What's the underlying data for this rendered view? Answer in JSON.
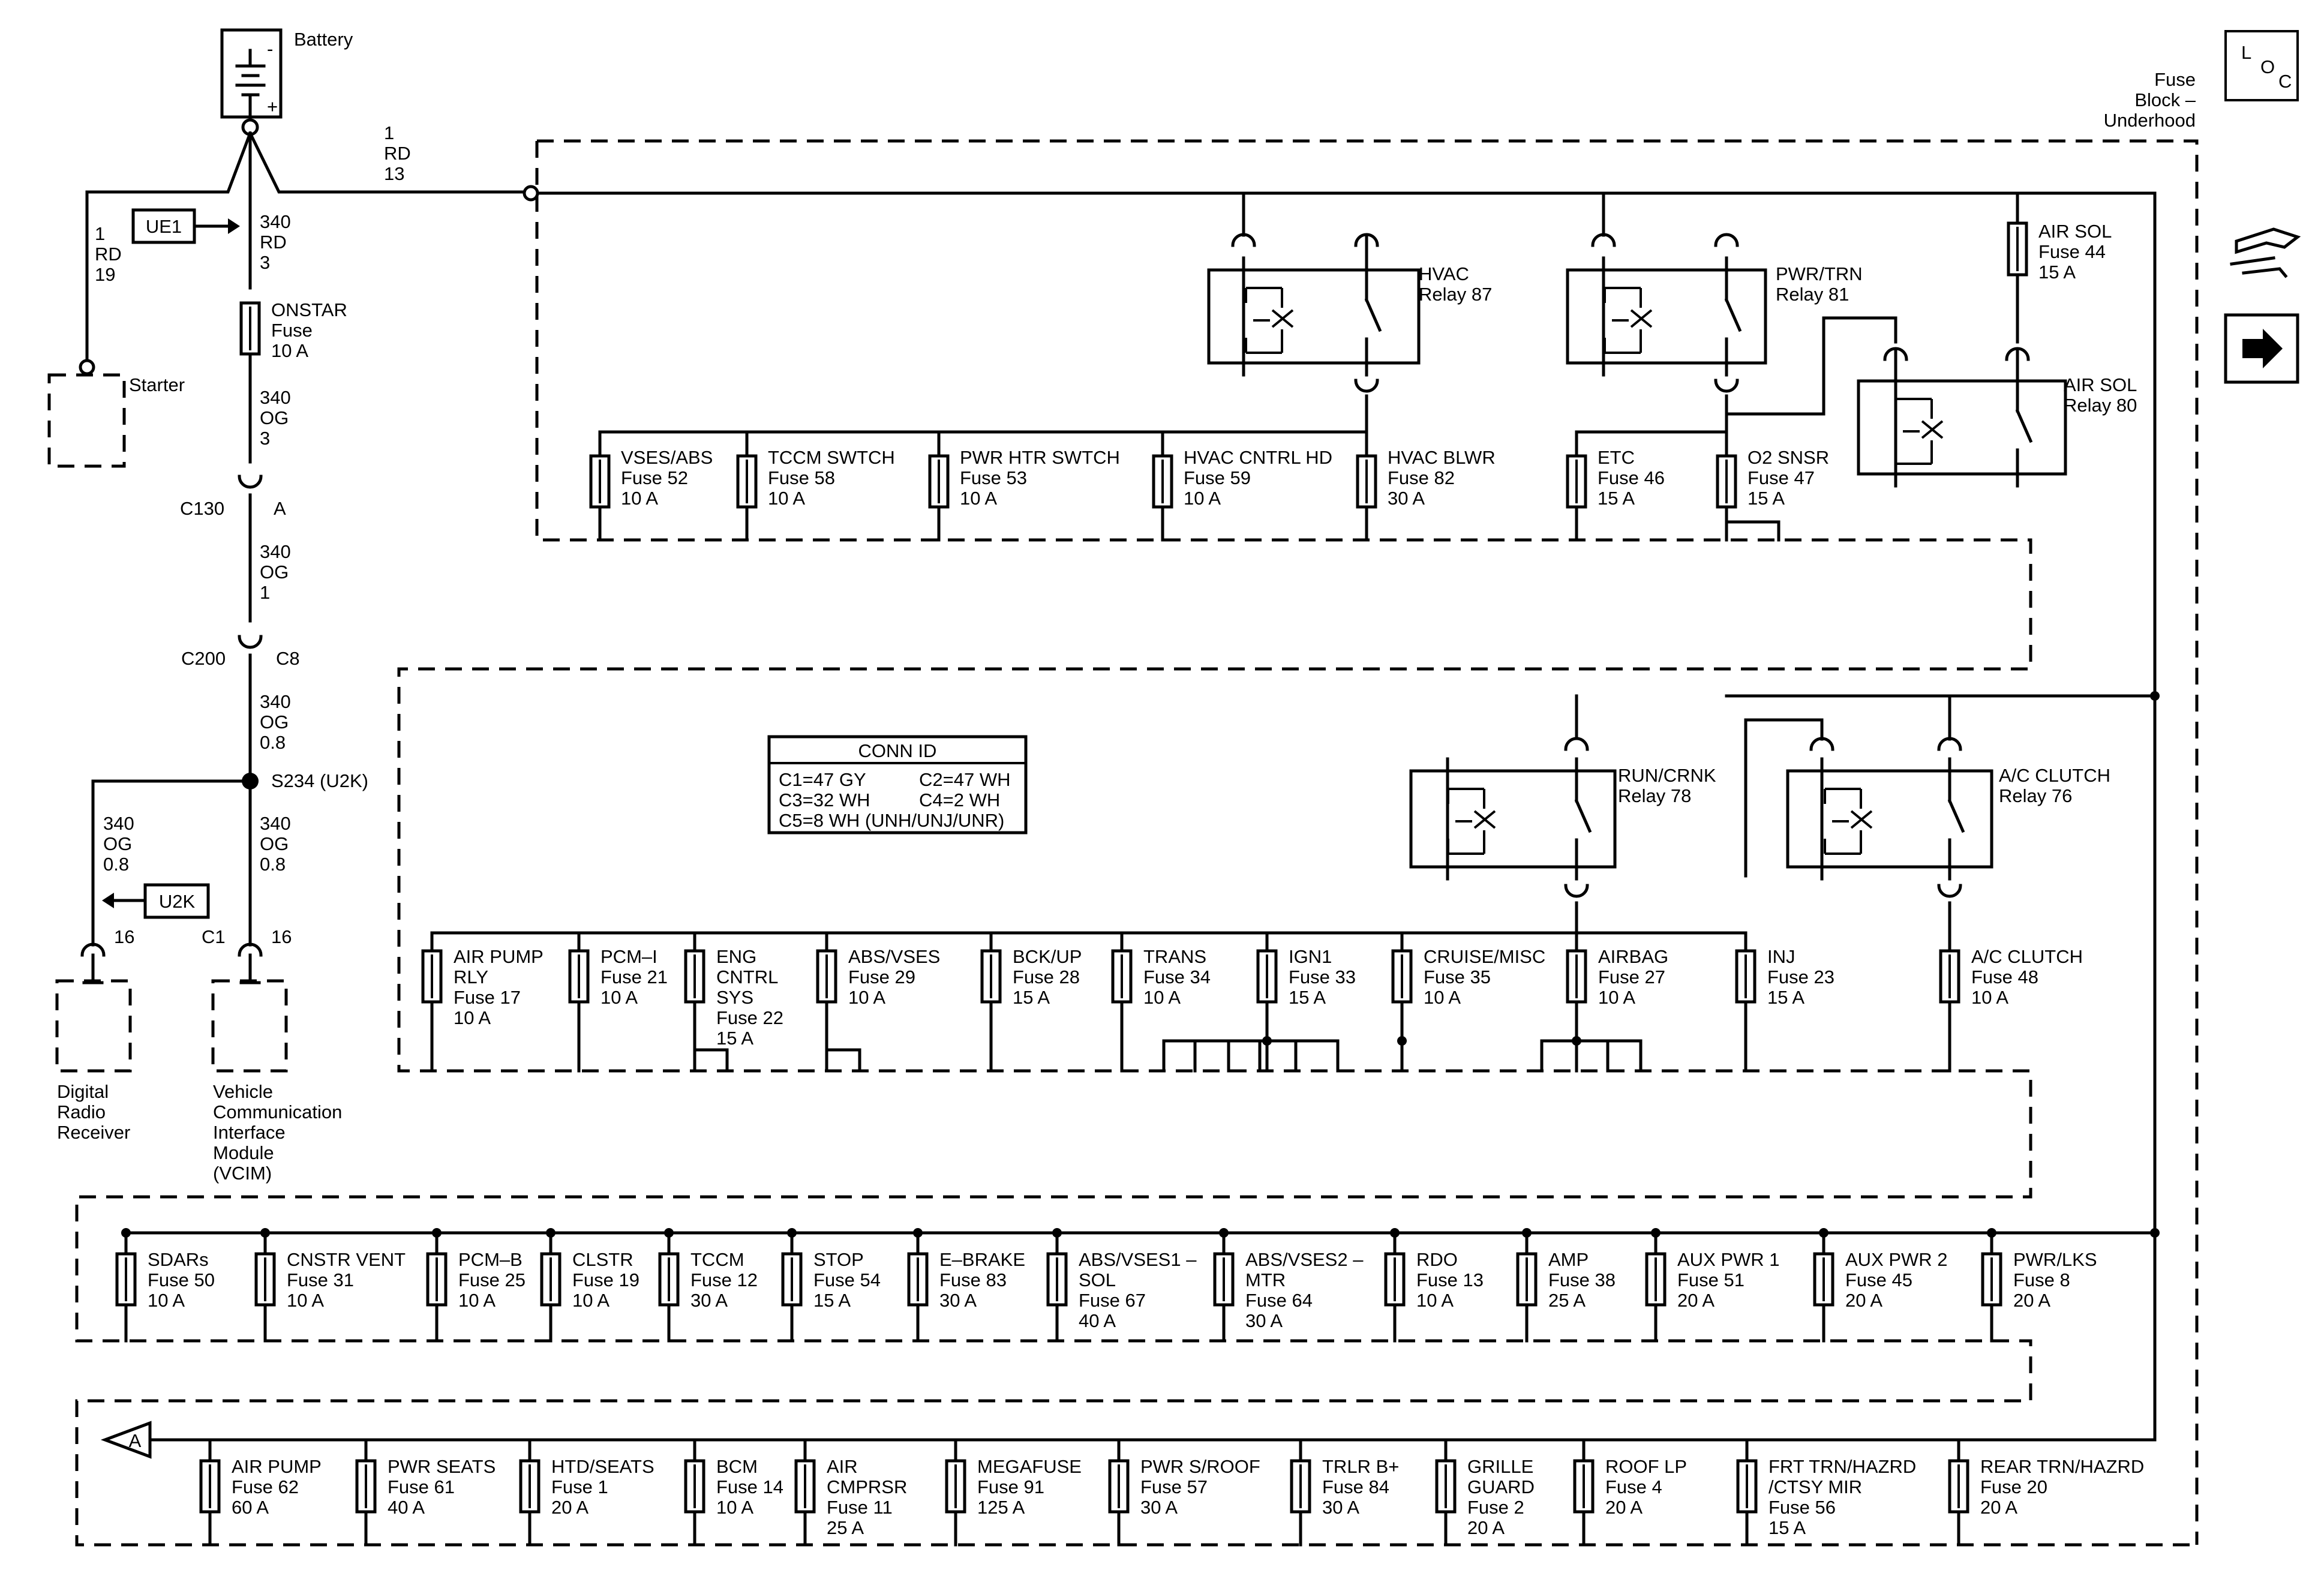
{
  "battery": {
    "label": "Battery",
    "minus": "-",
    "plus": "+"
  },
  "loc": {
    "l": "L",
    "o": "O",
    "c": "C"
  },
  "fuse_block_title": [
    "Fuse",
    "Block –",
    "Underhood"
  ],
  "wires": {
    "main": [
      "1",
      "RD",
      "13"
    ],
    "starter": [
      "1",
      "RD",
      "19"
    ],
    "onstar_feed": [
      "340",
      "RD",
      "3"
    ],
    "onstar_out": [
      "340",
      "OG",
      "3"
    ],
    "c130_out": [
      "340",
      "OG",
      "1"
    ],
    "c200_out": [
      "340",
      "OG",
      "0.8"
    ],
    "drr": [
      "340",
      "OG",
      "0.8"
    ],
    "vcim": [
      "340",
      "OG",
      "0.8"
    ]
  },
  "refs": {
    "ue1": "UE1",
    "u2k": "U2K",
    "a": "A"
  },
  "starter": "Starter",
  "onstar_fuse": [
    "ONSTAR",
    "Fuse",
    "10 A"
  ],
  "connectors": {
    "c130": "C130",
    "c130_pin": "A",
    "c200": "C200",
    "c200_pin": "C8",
    "s234": "S234 (U2K)",
    "drr_pin": "16",
    "vcim_conn": "C1",
    "vcim_pin": "16"
  },
  "modules": {
    "drr": [
      "Digital",
      "Radio",
      "Receiver"
    ],
    "vcim": [
      "Vehicle",
      "Communication",
      "Interface",
      "Module",
      "(VCIM)"
    ]
  },
  "conn_id": {
    "title": "CONN ID",
    "rows": [
      [
        "C1=47 GY",
        "C2=47 WH"
      ],
      [
        "C3=32 WH",
        "C4=2 WH"
      ]
    ],
    "last": "C5=8 WH (UNH/UNJ/UNR)"
  },
  "relays": {
    "hvac": [
      "HVAC",
      "Relay 87"
    ],
    "pwr_trn": [
      "PWR/TRN",
      "Relay 81"
    ],
    "air_sol": [
      "AIR SOL",
      "Relay 80"
    ],
    "run_crnk": [
      "RUN/CRNK",
      "Relay 78"
    ],
    "ac_clutch": [
      "A/C CLUTCH",
      "Relay 76"
    ]
  },
  "fuses_row1": [
    [
      "VSES/ABS",
      "Fuse 52",
      "10 A"
    ],
    [
      "TCCM SWTCH",
      "Fuse 58",
      "10 A"
    ],
    [
      "PWR HTR SWTCH",
      "Fuse 53",
      "10 A"
    ],
    [
      "HVAC CNTRL HD",
      "Fuse 59",
      "10 A"
    ],
    [
      "HVAC BLWR",
      "Fuse 82",
      "30 A"
    ],
    [
      "ETC",
      "Fuse 46",
      "15 A"
    ],
    [
      "O2 SNSR",
      "Fuse 47",
      "15 A"
    ]
  ],
  "air_sol_fuse": [
    "AIR SOL",
    "Fuse 44",
    "15 A"
  ],
  "fuses_row2": [
    [
      "AIR PUMP",
      "RLY",
      "Fuse 17",
      "10 A"
    ],
    [
      "PCM–I",
      "Fuse 21",
      "10 A"
    ],
    [
      "ENG",
      "CNTRL",
      "SYS",
      "Fuse 22",
      "15 A"
    ],
    [
      "ABS/VSES",
      "Fuse 29",
      "10 A"
    ],
    [
      "BCK/UP",
      "Fuse 28",
      "15 A"
    ],
    [
      "TRANS",
      "Fuse 34",
      "10 A"
    ],
    [
      "IGN1",
      "Fuse 33",
      "15 A"
    ],
    [
      "CRUISE/MISC",
      "Fuse 35",
      "10 A"
    ],
    [
      "AIRBAG",
      "Fuse 27",
      "10 A"
    ],
    [
      "INJ",
      "Fuse 23",
      "15 A"
    ],
    [
      "A/C CLUTCH",
      "Fuse 48",
      "10 A"
    ]
  ],
  "fuses_row3": [
    [
      "SDARs",
      "Fuse 50",
      "10 A"
    ],
    [
      "CNSTR VENT",
      "Fuse 31",
      "10 A"
    ],
    [
      "PCM–B",
      "Fuse 25",
      "10 A"
    ],
    [
      "CLSTR",
      "Fuse 19",
      "10 A"
    ],
    [
      "TCCM",
      "Fuse 12",
      "30 A"
    ],
    [
      "STOP",
      "Fuse 54",
      "15 A"
    ],
    [
      "E–BRAKE",
      "Fuse 83",
      "30 A"
    ],
    [
      "ABS/VSES1 –",
      "SOL",
      "Fuse 67",
      "40 A"
    ],
    [
      "ABS/VSES2 –",
      "MTR",
      "Fuse 64",
      "30 A"
    ],
    [
      "RDO",
      "Fuse 13",
      "10 A"
    ],
    [
      "AMP",
      "Fuse 38",
      "25 A"
    ],
    [
      "AUX PWR 1",
      "Fuse 51",
      "20 A"
    ],
    [
      "AUX PWR 2",
      "Fuse 45",
      "20 A"
    ],
    [
      "PWR/LKS",
      "Fuse 8",
      "20 A"
    ]
  ],
  "fuses_row4": [
    [
      "AIR PUMP",
      "Fuse 62",
      "60 A"
    ],
    [
      "PWR SEATS",
      "Fuse 61",
      "40 A"
    ],
    [
      "HTD/SEATS",
      "Fuse 1",
      "20 A"
    ],
    [
      "BCM",
      "Fuse 14",
      "10 A"
    ],
    [
      "AIR",
      "CMPRSR",
      "Fuse 11",
      "25 A"
    ],
    [
      "MEGAFUSE",
      "Fuse 91",
      "125 A"
    ],
    [
      "PWR S/ROOF",
      "Fuse 57",
      "30 A"
    ],
    [
      "TRLR B+",
      "Fuse 84",
      "30 A"
    ],
    [
      "GRILLE",
      "GUARD",
      "Fuse 2",
      "20 A"
    ],
    [
      "ROOF LP",
      "Fuse 4",
      "20 A"
    ],
    [
      "FRT TRN/HAZRD",
      "/CTSY MIR",
      "Fuse 56",
      "15 A"
    ],
    [
      "REAR TRN/HAZRD",
      "Fuse 20",
      "20 A"
    ]
  ],
  "side_icons": [
    "connector-swap-icon",
    "next-page-icon"
  ]
}
